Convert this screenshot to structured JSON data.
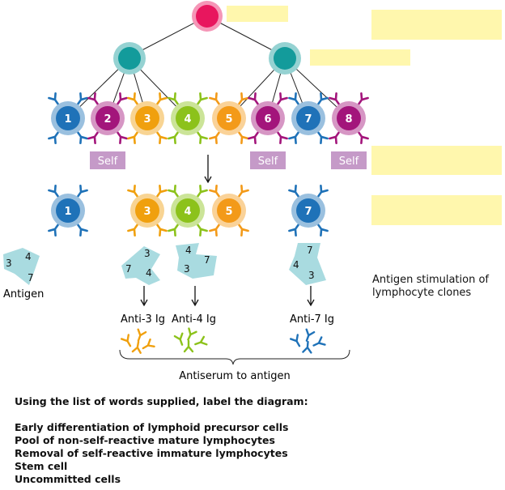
{
  "colors": {
    "label_box": "#fff7ad",
    "self_box": "#c59ac8",
    "stem": "#e8165e",
    "uncommitted": "#139b9b",
    "clone_1": "#1f72b8",
    "clone_2": "#a3157b",
    "clone_3": "#f0a00e",
    "clone_4": "#8cc21b",
    "clone_5": "#f39a19",
    "clone_6": "#a3157b",
    "clone_7": "#1f72b8",
    "clone_8": "#a3157b",
    "antigen": "#a9dbe0"
  },
  "cells": {
    "row1": [
      "1",
      "2",
      "3",
      "4",
      "5",
      "6",
      "7",
      "8"
    ],
    "row2": [
      "1",
      "3",
      "4",
      "5",
      "7"
    ]
  },
  "self_tags": [
    "Self",
    "Self",
    "Self"
  ],
  "antigens": {
    "main": [
      "4",
      "3",
      "7"
    ],
    "a3": [
      "3",
      "7",
      "4"
    ],
    "a4": [
      "4",
      "7",
      "3"
    ],
    "a7": [
      "7",
      "4",
      "3"
    ]
  },
  "labels": {
    "antigen": "Antigen",
    "anti3": "Anti-3 Ig",
    "anti4": "Anti-4 Ig",
    "anti7": "Anti-7 Ig",
    "antiserum": "Antiserum to antigen",
    "stimulation_line1": "Antigen stimulation of",
    "stimulation_line2": "lymphocyte clones"
  },
  "instructions": {
    "heading": "Using the list of words supplied, label the diagram:",
    "items": [
      "Early differentiation of lymphoid precursor cells",
      "Pool of non-self-reactive mature lymphocytes",
      "Removal of self-reactive immature lymphocytes",
      "Stem cell",
      "Uncommitted cells"
    ]
  }
}
